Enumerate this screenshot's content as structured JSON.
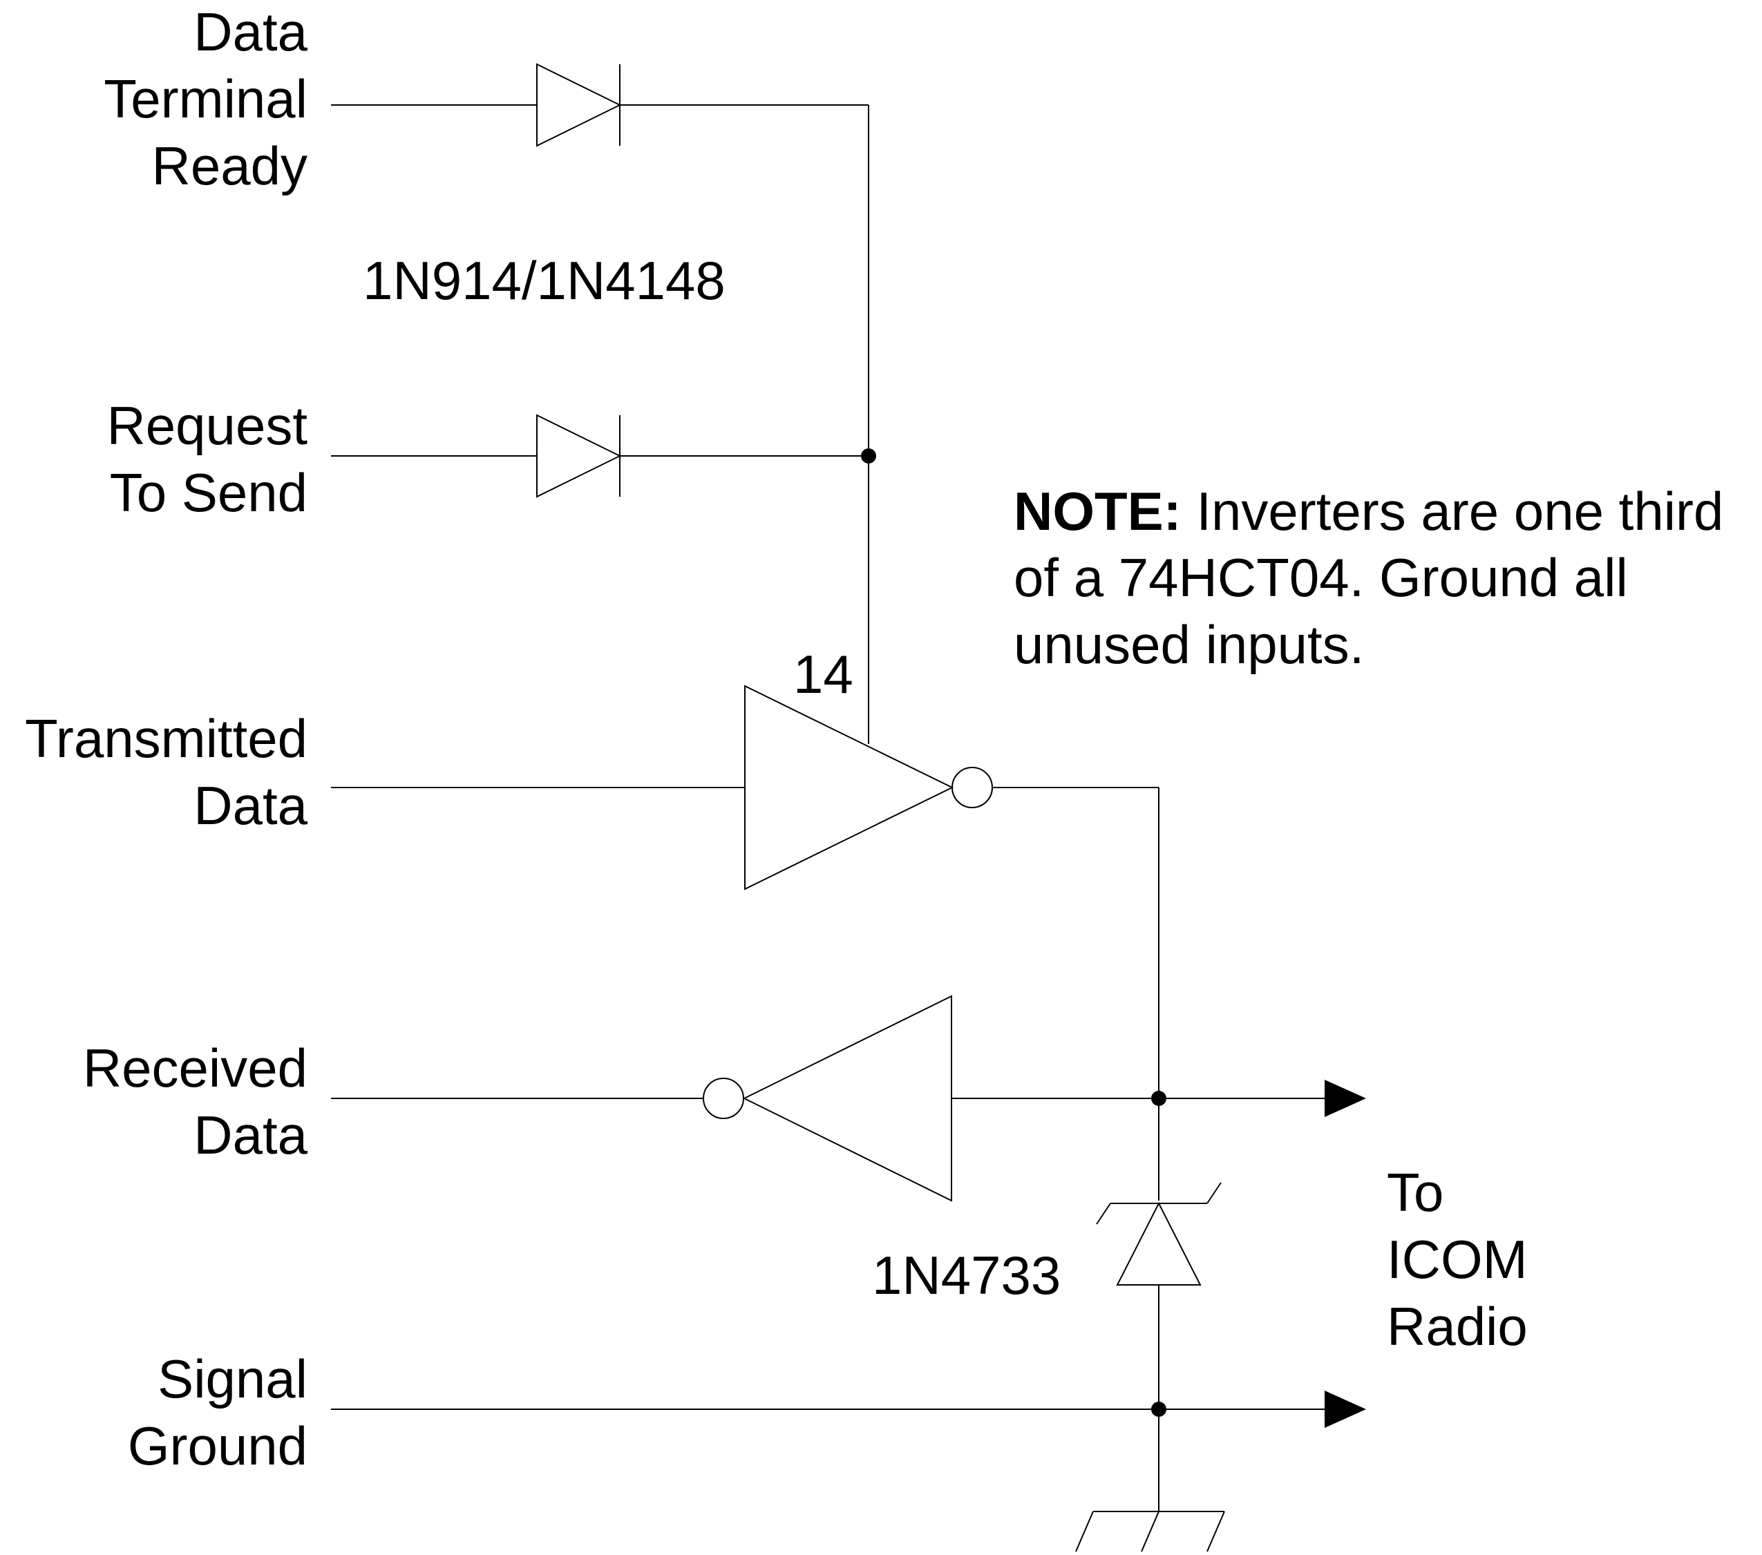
{
  "signals": {
    "dtr": [
      "Data",
      "Terminal",
      "Ready"
    ],
    "rts": [
      "Request",
      "To Send"
    ],
    "txd": [
      "Transmitted",
      "Data"
    ],
    "rxd": [
      "Received",
      "Data"
    ],
    "gnd": [
      "Signal",
      "Ground"
    ]
  },
  "components": {
    "signal_diodes": "1N914/1N4148",
    "zener_diode": "1N4733",
    "power_pin": "14"
  },
  "note": {
    "prefix": "NOTE:",
    "line1": " Inverters are one third",
    "line2": "of a 74HCT04.  Ground all",
    "line3": "unused inputs."
  },
  "destination": [
    "To",
    "ICOM",
    "Radio"
  ],
  "colors": {
    "ink": "#000000",
    "background": "#ffffff"
  }
}
